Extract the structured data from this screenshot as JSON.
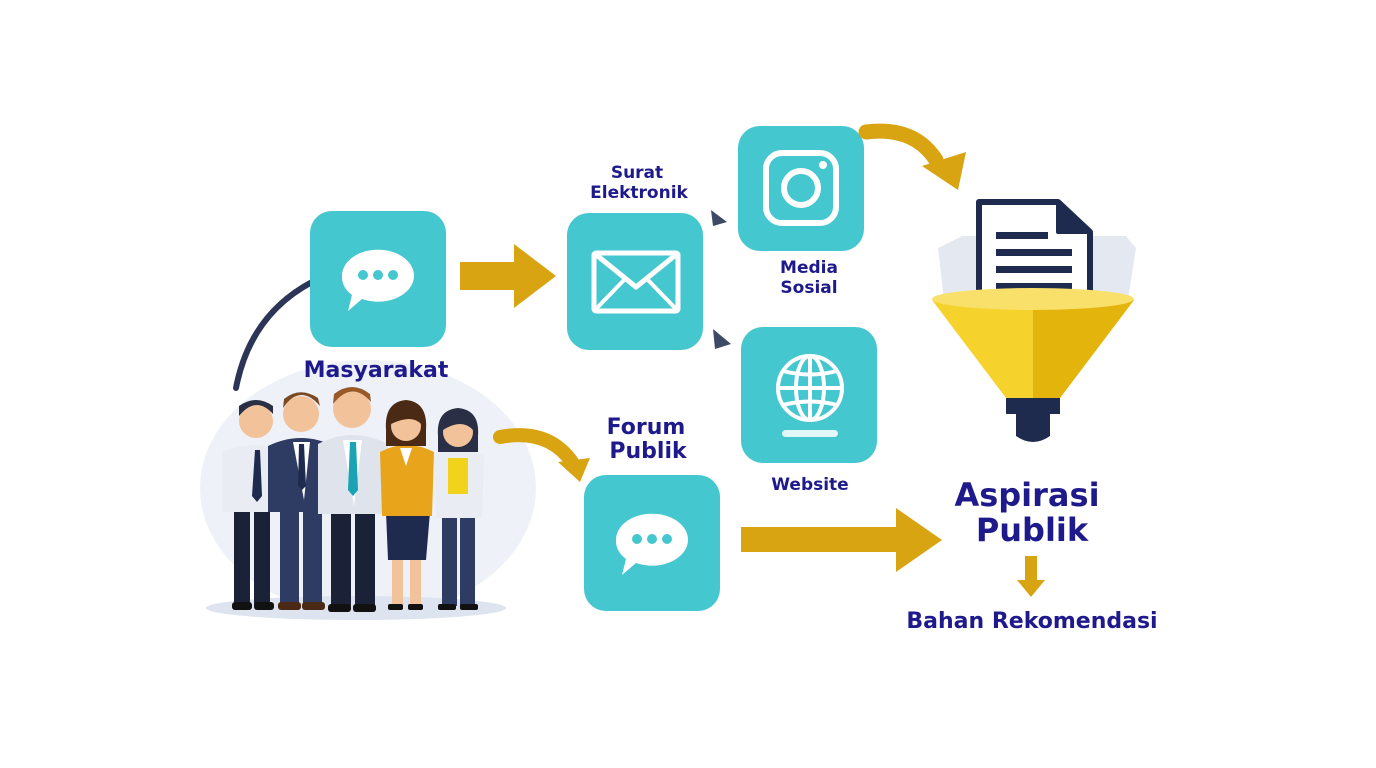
{
  "nodes": {
    "masyarakat": {
      "label": "Masyarakat",
      "icon": "chat-bubble-icon"
    },
    "surat_elektronik": {
      "label_line1": "Surat",
      "label_line2": "Elektronik",
      "icon": "envelope-icon"
    },
    "media_sosial": {
      "label_line1": "Media",
      "label_line2": "Sosial",
      "icon": "instagram-icon"
    },
    "website": {
      "label": "Website",
      "icon": "globe-icon"
    },
    "forum_publik": {
      "label_line1": "Forum",
      "label_line2": "Publik",
      "icon": "chat-bubble-icon"
    },
    "aspirasi_publik": {
      "label_line1": "Aspirasi",
      "label_line2": "Publik",
      "icon": "funnel-document-icon"
    },
    "bahan_rekomendasi": {
      "label": "Bahan Rekomendasi"
    }
  },
  "colors": {
    "tile": "#45c7cf",
    "arrow": "#d8a412",
    "label": "#1f1a8c",
    "funnel": "#f1c40f",
    "navy": "#1f2a4f"
  }
}
